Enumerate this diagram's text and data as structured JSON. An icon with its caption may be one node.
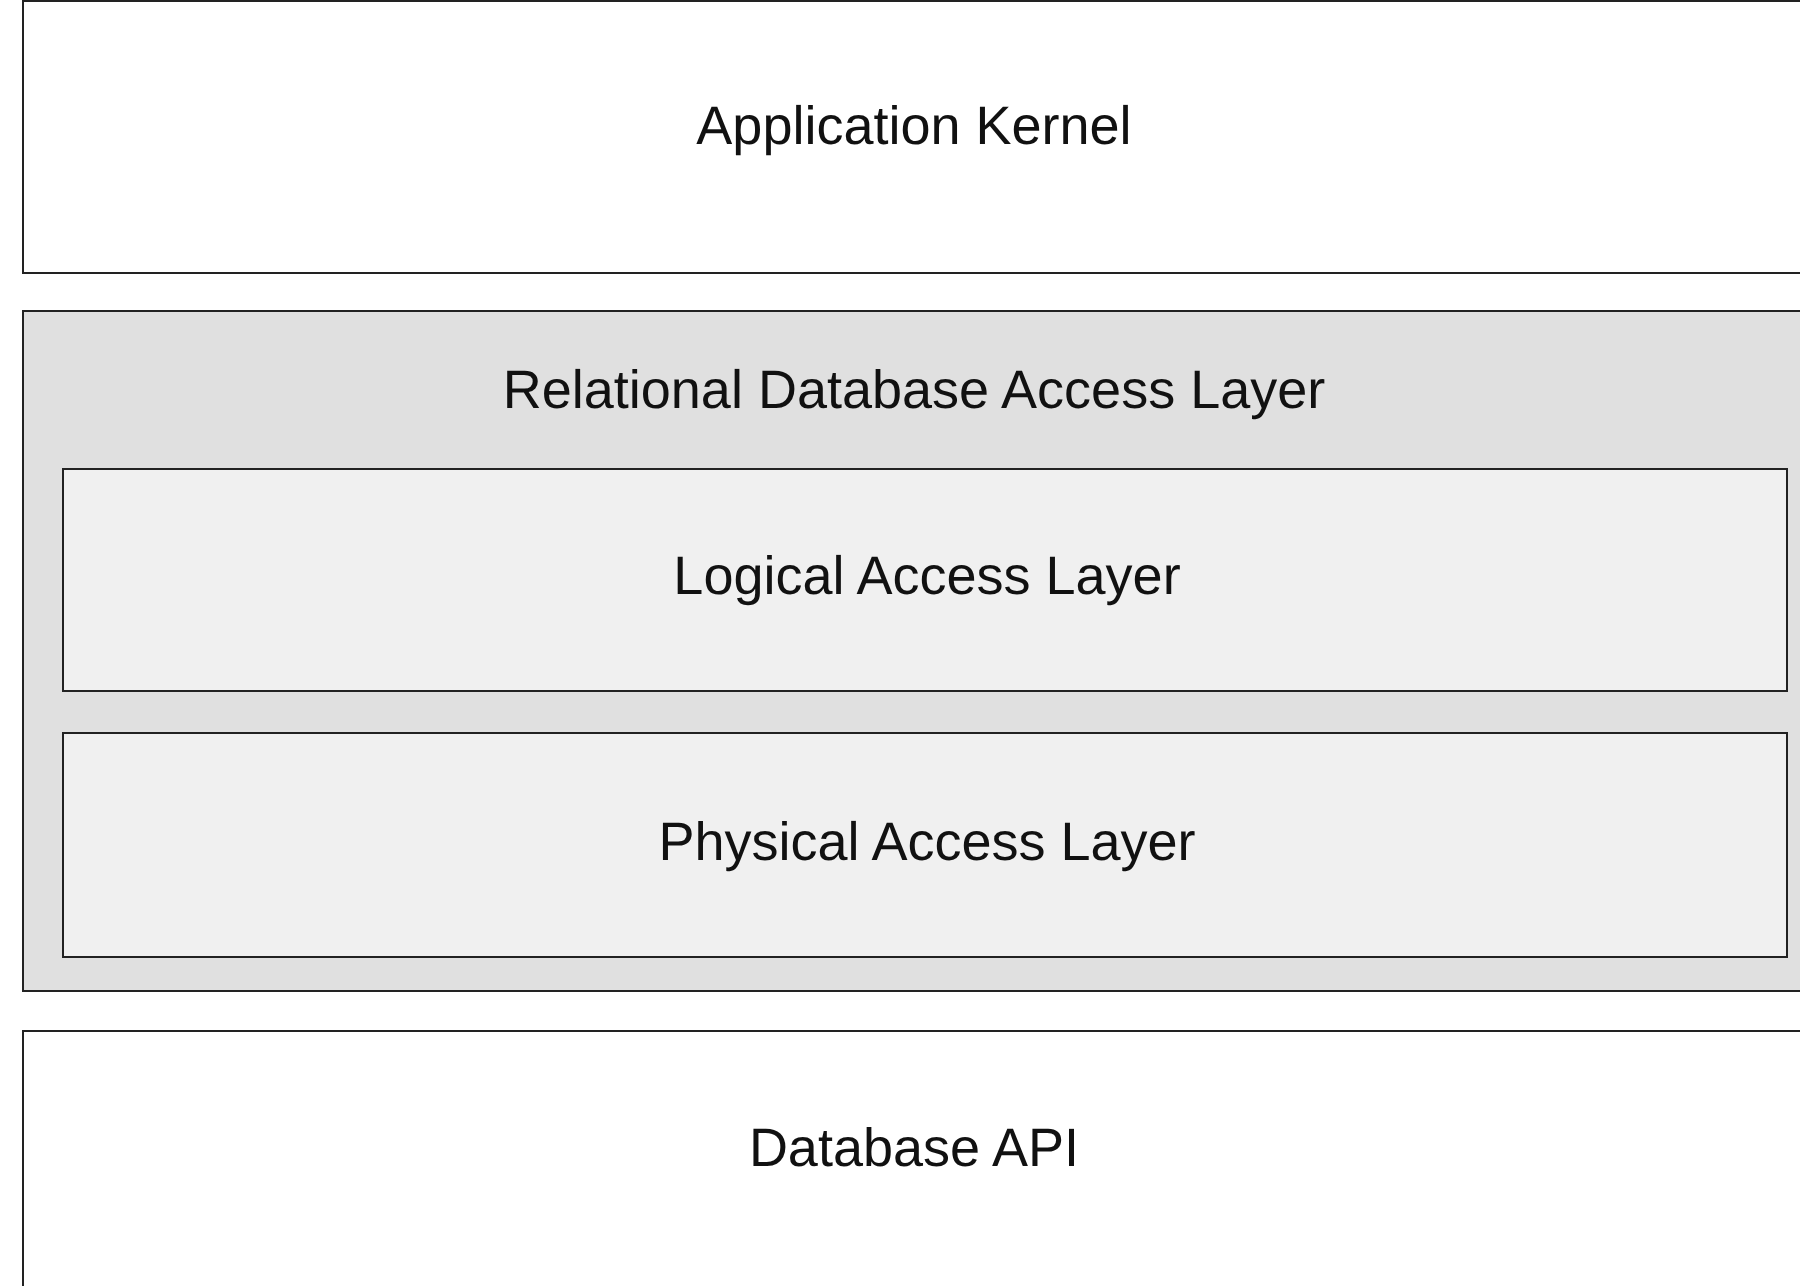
{
  "diagram": {
    "nodes": [
      {
        "text": [
          "Application Kernel"
        ]
      },
      {
        "text": [
          "Relational Database Access Layer"
        ]
      },
      {
        "text": [
          "Logical Access Layer"
        ],
        "in": 1
      },
      {
        "text": [
          "Physical Access Layer"
        ],
        "in": 1
      },
      {
        "text": [
          "Database API"
        ]
      }
    ]
  }
}
